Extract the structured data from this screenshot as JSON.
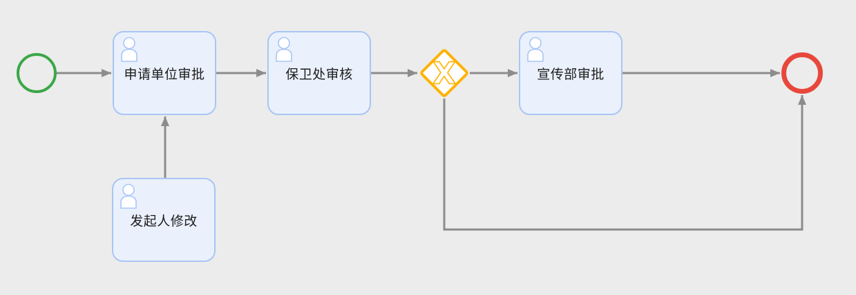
{
  "colors": {
    "canvas_bg": "#ECECEC",
    "task_fill": "#EAF1FC",
    "task_border": "#A9C5F5",
    "icon_stroke": "#A9C5F5",
    "label_text": "#1B1B1B",
    "start_event": "#3AA747",
    "end_event": "#E8473C",
    "gateway": "#FFB200",
    "arrow": "#8C8C8C"
  },
  "nodes": {
    "start_event": {
      "type": "start-event"
    },
    "task_apply_unit": {
      "type": "user-task",
      "label": "申请单位审批",
      "icon": "user-icon"
    },
    "task_security_office": {
      "type": "user-task",
      "label": "保卫处审核",
      "icon": "user-icon"
    },
    "gateway_exclusive": {
      "type": "exclusive-gateway",
      "symbol": "X"
    },
    "task_publicity_dept": {
      "type": "user-task",
      "label": "宣传部审批",
      "icon": "user-icon"
    },
    "task_initiator_revise": {
      "type": "user-task",
      "label": "发起人修改",
      "icon": "user-icon"
    },
    "end_event": {
      "type": "end-event"
    }
  },
  "flows": [
    {
      "from": "start_event",
      "to": "task_apply_unit"
    },
    {
      "from": "task_apply_unit",
      "to": "task_security_office"
    },
    {
      "from": "task_security_office",
      "to": "gateway_exclusive"
    },
    {
      "from": "gateway_exclusive",
      "to": "task_publicity_dept"
    },
    {
      "from": "task_publicity_dept",
      "to": "end_event"
    },
    {
      "from": "task_initiator_revise",
      "to": "task_apply_unit"
    },
    {
      "from": "gateway_exclusive",
      "to": "end_event"
    }
  ]
}
